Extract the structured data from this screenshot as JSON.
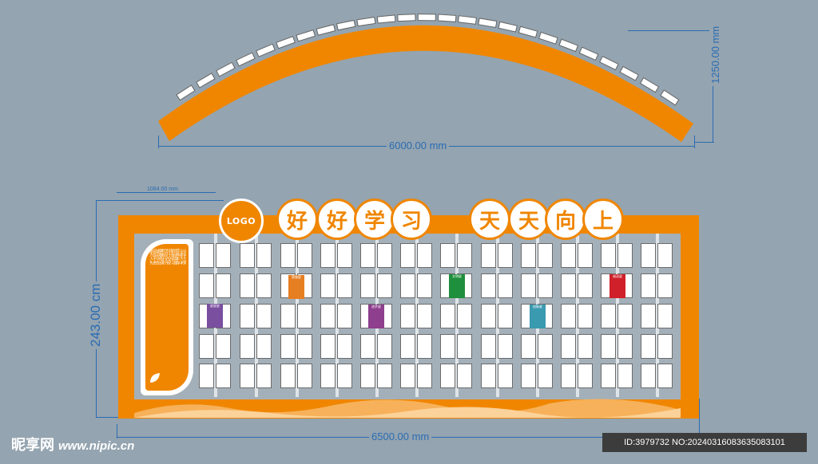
{
  "colors": {
    "accent": "#f08600",
    "dimension": "#2b6cb3",
    "background": "#94a4b0"
  },
  "dimensions": {
    "arch_width": "6000.00 mm",
    "arch_height": "1250.00 mm",
    "panel_width": "6500.00 mm",
    "panel_height": "243.00 cm",
    "side_width": "1084.00 mm"
  },
  "board": {
    "logo": "LOGO",
    "title_chars": [
      "好",
      "好",
      "学",
      "习",
      "天",
      "天",
      "向",
      "上"
    ]
  },
  "side_text": [
    "以学为荣",
    "以勤为本",
    "崇尚科学",
    "追求真理",
    "勤奋学习",
    "乐于钻研",
    "团结协作",
    "积极进取",
    "尊敬师长",
    "诚实守信",
    "自强不息",
    "敢为人先"
  ],
  "tags": [
    {
      "label": "星星星",
      "color": "#7a4fa0"
    },
    {
      "label": "荣誉星",
      "color": "#e67e22"
    },
    {
      "label": "进步星",
      "color": "#8e3f8e"
    },
    {
      "label": "文明星",
      "color": "#1e8f3c"
    },
    {
      "label": "创新星",
      "color": "#3a9ab0"
    },
    {
      "label": "阅读星",
      "color": "#d0202a"
    }
  ],
  "footer": {
    "site_logo": "昵享网",
    "site_url": "www.nipic.cn",
    "id_text": "ID:3979732 NO:20240316083635083101"
  }
}
